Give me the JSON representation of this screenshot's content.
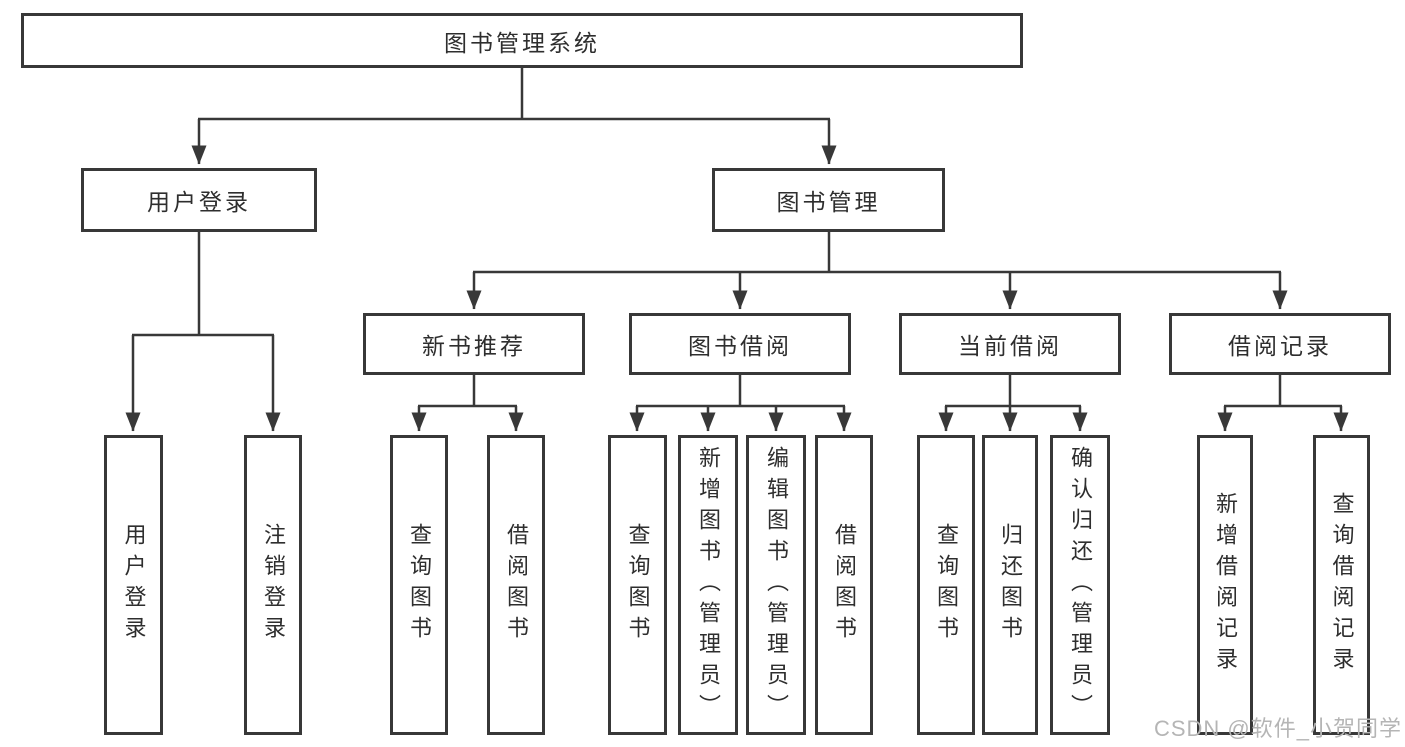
{
  "colors": {
    "line": "#383838",
    "box_border": "#383838",
    "text": "#2e2e2e",
    "background": "#ffffff",
    "watermark": "#b5b5b5"
  },
  "root": {
    "label": "图书管理系统"
  },
  "branches": [
    {
      "label": "用户登录",
      "leaves": [
        "用户登录",
        "注销登录"
      ]
    },
    {
      "label": "图书管理",
      "sections": [
        {
          "label": "新书推荐",
          "leaves": [
            "查询图书",
            "借阅图书"
          ]
        },
        {
          "label": "图书借阅",
          "leaves": [
            "查询图书",
            "新增图书（管理员）",
            "编辑图书（管理员）",
            "借阅图书"
          ]
        },
        {
          "label": "当前借阅",
          "leaves": [
            "查询图书",
            "归还图书",
            "确认归还（管理员）"
          ]
        },
        {
          "label": "借阅记录",
          "leaves": [
            "新增借阅记录",
            "查询借阅记录"
          ]
        }
      ]
    }
  ],
  "watermark": "CSDN @软件_小贺同学"
}
